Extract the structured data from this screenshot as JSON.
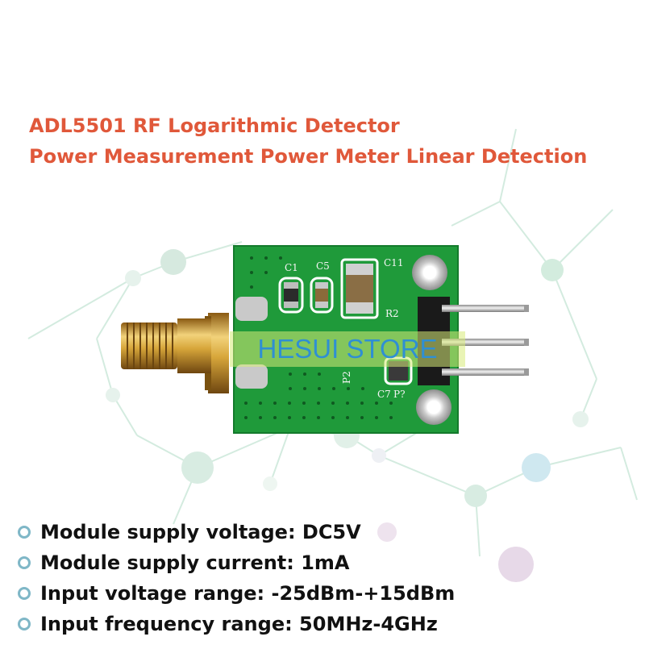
{
  "product": {
    "title_line1": "ADL5501 RF Logarithmic Detector",
    "title_line2": "Power Measurement Power Meter Linear Detection"
  },
  "watermark": {
    "text": "HESUI STORE",
    "color": "#2f8fd3"
  },
  "board": {
    "silkscreen": [
      "C1",
      "C5",
      "C11",
      "R2",
      "P2",
      "C7",
      "P?"
    ],
    "pcb_color": "#1f9a3a"
  },
  "specs": [
    {
      "text": "Module supply voltage: DC5V"
    },
    {
      "text": "Module supply current: 1mA"
    },
    {
      "text": "Input voltage range: -25dBm-+15dBm"
    },
    {
      "text": "Input frequency range: 50MHz-4GHz"
    }
  ],
  "colors": {
    "title": "#e0583a",
    "bullet": "#7fb7c7",
    "network": "#bfe3cf"
  }
}
